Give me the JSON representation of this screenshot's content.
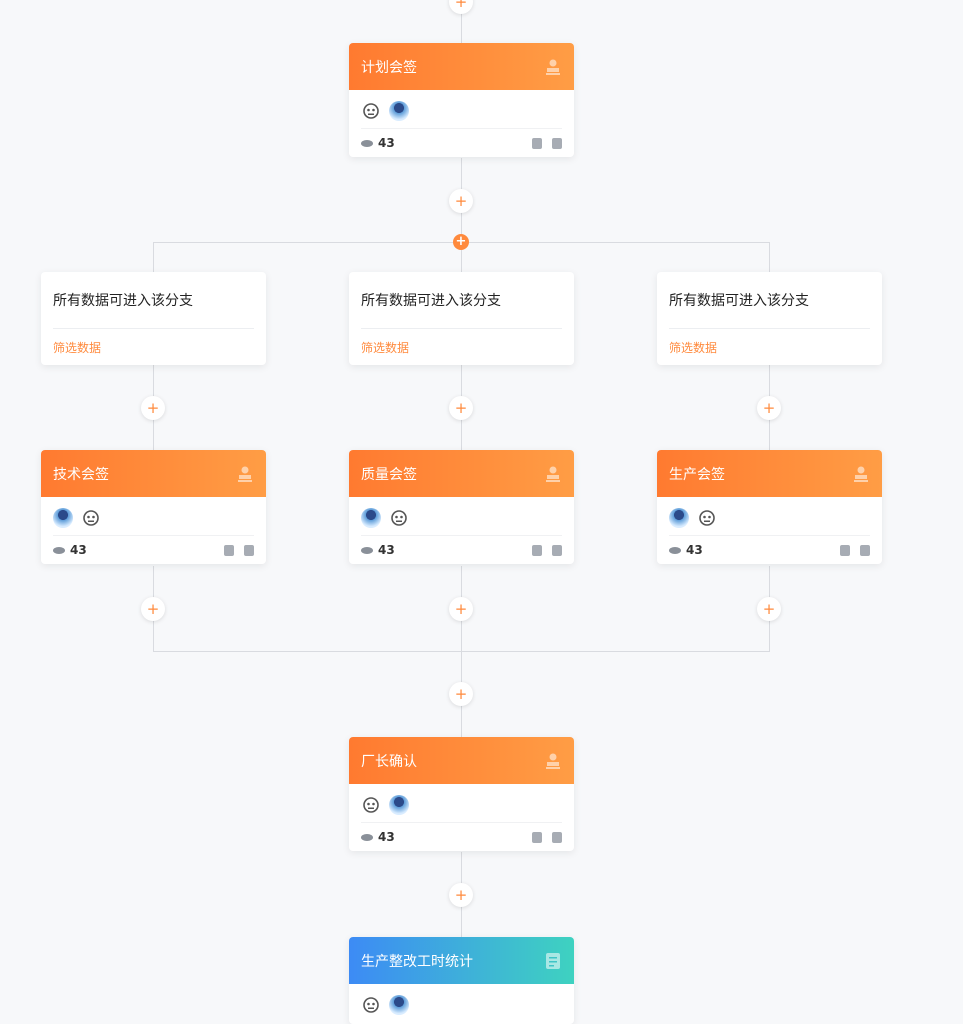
{
  "nodes": {
    "plan": {
      "title": "计划会签",
      "count": "43"
    },
    "tech": {
      "title": "技术会签",
      "count": "43"
    },
    "quality": {
      "title": "质量会签",
      "count": "43"
    },
    "production": {
      "title": "生产会签",
      "count": "43"
    },
    "director": {
      "title": "厂长确认",
      "count": "43"
    },
    "stats": {
      "title": "生产整改工时统计"
    }
  },
  "branches": {
    "left": {
      "title": "所有数据可进入该分支",
      "filter": "筛选数据"
    },
    "middle": {
      "title": "所有数据可进入该分支",
      "filter": "筛选数据"
    },
    "right": {
      "title": "所有数据可进入该分支",
      "filter": "筛选数据"
    }
  },
  "add_symbol": "+",
  "icons": {
    "approver": "stamp-icon",
    "form": "form-icon",
    "views": "eye-icon",
    "people": "users-icon",
    "doc": "doc-icon"
  },
  "colors": {
    "orange": "#ff8a3d",
    "blue": "#3d8bf5",
    "teal": "#3ed2c0",
    "line": "#d9dbe0"
  }
}
